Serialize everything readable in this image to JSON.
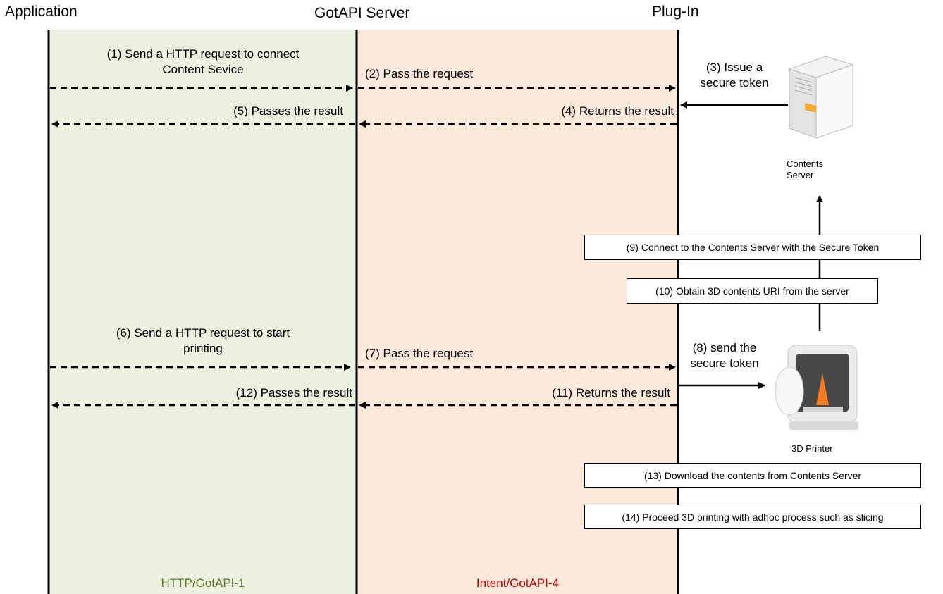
{
  "lanes": {
    "application": "Application",
    "gotapi_server": "GotAPI Server",
    "plugin": "Plug-In"
  },
  "zones": {
    "left_label": "HTTP/GotAPI-1",
    "right_label": "Intent/GotAPI-4",
    "left_color": "#ebf0df",
    "right_color": "#fde9dc",
    "left_text_color": "#5b7a30",
    "right_text_color": "#c00000"
  },
  "messages": {
    "m1_line1": "(1) Send a HTTP request to connect",
    "m1_line2": "Content Sevice",
    "m2": "(2) Pass the request",
    "m3_line1": "(3) Issue a",
    "m3_line2": "secure token",
    "m4": "(4) Returns the result",
    "m5": "(5) Passes the result",
    "m6_line1": "(6) Send a HTTP request to start",
    "m6_line2": "printing",
    "m7": "(7) Pass the request",
    "m8_line1": "(8) send the",
    "m8_line2": "secure token",
    "m9": "(9) Connect to the Contents Server with the Secure Token",
    "m10": "(10) Obtain 3D contents URI from the server",
    "m11": "(11) Returns the result",
    "m12": "(12) Passes the result",
    "m13": "(13) Download the contents from Contents Server",
    "m14": "(14) Proceed 3D printing with adhoc process such as slicing"
  },
  "devices": {
    "server_line1": "Contents",
    "server_line2": "Server",
    "printer": "3D Printer"
  }
}
